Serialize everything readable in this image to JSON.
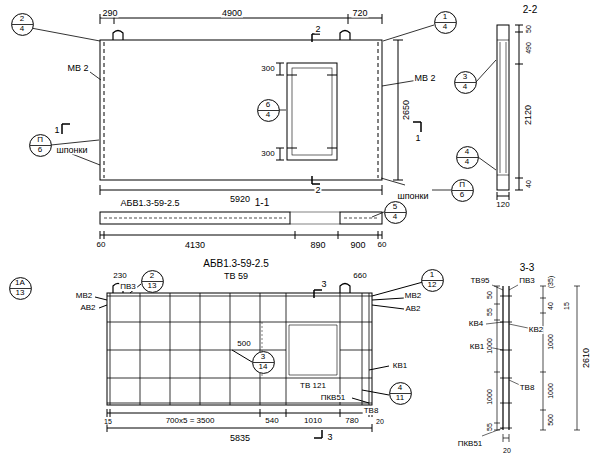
{
  "diagram": {
    "nodes": [
      {
        "text": [
          "2",
          "4"
        ]
      },
      {
        "text": [
          "1",
          "4"
        ]
      },
      {
        "text": [
          "6",
          "4"
        ]
      },
      {
        "text": [
          "П",
          "6"
        ]
      },
      {
        "text": [
          "П",
          "6"
        ]
      },
      {
        "text": [
          "3",
          "4"
        ]
      },
      {
        "text": [
          "4",
          "4"
        ]
      },
      {
        "text": [
          "5",
          "4"
        ]
      },
      {
        "text": [
          "1А",
          "13"
        ]
      },
      {
        "text": [
          "2",
          "13"
        ]
      },
      {
        "text": [
          "1",
          "12"
        ]
      },
      {
        "text": [
          "3",
          "14"
        ]
      },
      {
        "text": [
          "4",
          "11"
        ]
      }
    ],
    "labels": [
      "290",
      "4900",
      "720",
      "МВ 2",
      "МВ 2",
      "2",
      "2",
      "1",
      "1",
      "300",
      "300",
      "2650",
      "шпонки",
      "шпонки",
      "5920",
      "2-2",
      "50",
      "490",
      "2120",
      "40",
      "120",
      "1-1",
      "АБВ1.3-59-2.5",
      "60",
      "4130",
      "890",
      "900",
      "60",
      "АБВ1.3-59-2.5",
      "ТВ 59",
      "230",
      "660",
      "ПВ3",
      "МВ2",
      "АВ2",
      "МВ2",
      "АВ2",
      "3",
      "3",
      "500",
      "ТВ 121",
      "КВ1",
      "ПКВ51",
      "ТВ8",
      "15",
      "700x5 = 3500",
      "540",
      "1010",
      "780",
      "20",
      "5835",
      "3-3",
      "ТВ95",
      "ПВ3",
      "КВ4",
      "КВ2",
      "КВ1",
      "ТВ8",
      "ПКВ51",
      "50",
      "55",
      "1000",
      "1000",
      "55",
      "(35)",
      "40",
      "15",
      "1000",
      "1000",
      "500",
      "2610",
      "20"
    ]
  }
}
